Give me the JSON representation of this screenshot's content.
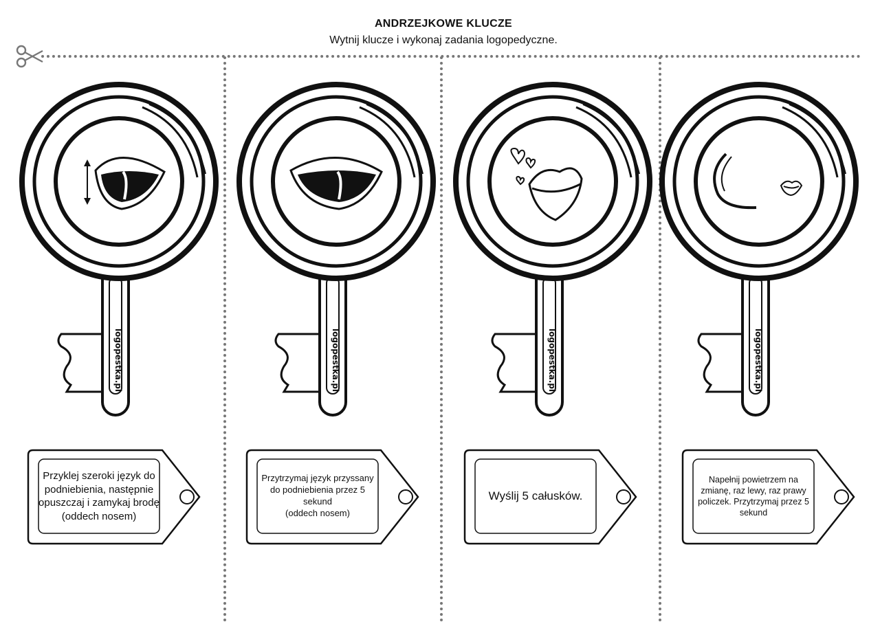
{
  "header": {
    "title": "ANDRZEJKOWE KLUCZE",
    "subtitle": "Wytnij klucze i wykonaj zadania logopedyczne."
  },
  "brand_label": "logopestka.pl",
  "keys": [
    {
      "icon": "open-mouth-tongue-up-arrows-icon",
      "task": "Przyklej szeroki język do podniebienia, następnie opuszczaj i zamykaj brodę (oddech nosem)"
    },
    {
      "icon": "open-mouth-tongue-up-icon",
      "task": "Przytrzymaj język przyssany do podniebienia przez 5 sekund\n(oddech nosem)"
    },
    {
      "icon": "kiss-lips-hearts-icon",
      "task": "Wyślij 5 całusków."
    },
    {
      "icon": "puffed-cheek-icon",
      "task": "Napełnij powietrzem na zmianę, raz lewy, raz prawy policzek. Przytrzymaj przez 5 sekund"
    }
  ],
  "colors": {
    "ink": "#111111",
    "cutline": "#777777",
    "paper": "#ffffff"
  }
}
